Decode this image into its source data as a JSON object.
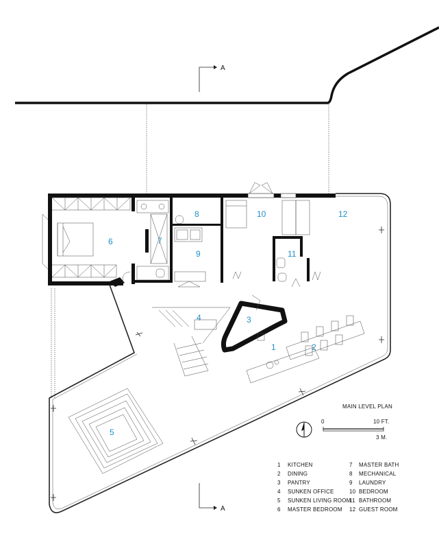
{
  "plan_title": "MAIN LEVEL PLAN",
  "section_marker": "A",
  "scale": {
    "zero": "0",
    "feet": "10 FT.",
    "meters": "3 M."
  },
  "rooms": [
    {
      "num": "1",
      "name": "KITCHEN"
    },
    {
      "num": "2",
      "name": "DINING"
    },
    {
      "num": "3",
      "name": "PANTRY"
    },
    {
      "num": "4",
      "name": "SUNKEN OFFICE"
    },
    {
      "num": "5",
      "name": "SUNKEN LIVING ROOM"
    },
    {
      "num": "6",
      "name": "MASTER BEDROOM"
    },
    {
      "num": "7",
      "name": "MASTER BATH"
    },
    {
      "num": "8",
      "name": "MECHANICAL"
    },
    {
      "num": "9",
      "name": "LAUNDRY"
    },
    {
      "num": "10",
      "name": "BEDROOM"
    },
    {
      "num": "11",
      "name": "BATHROOM"
    },
    {
      "num": "12",
      "name": "GUEST ROOM"
    }
  ],
  "colors": {
    "room_number": "#1f8fc9",
    "wall": "#111111"
  }
}
